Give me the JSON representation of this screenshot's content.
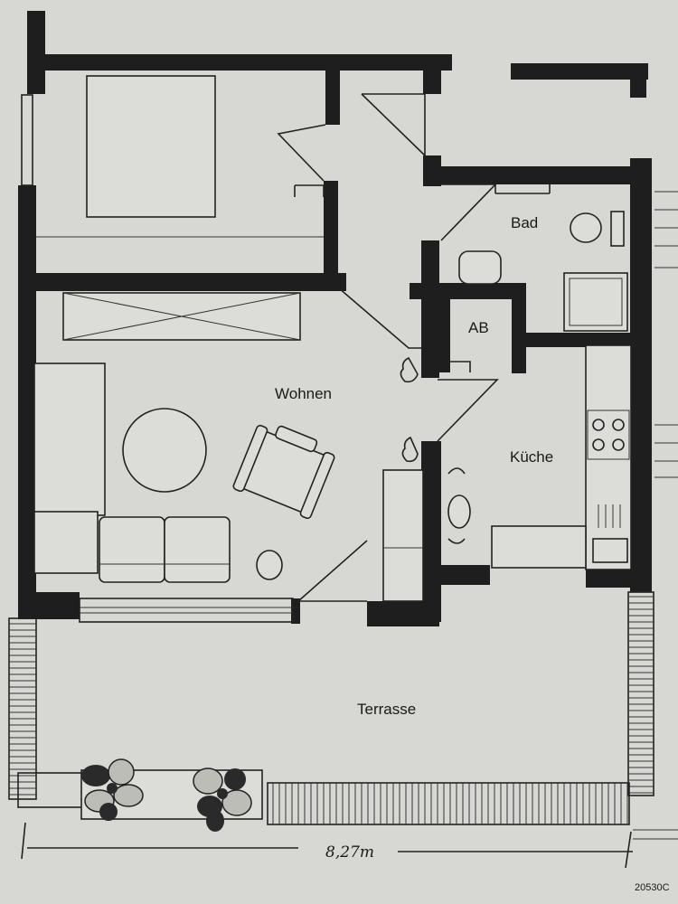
{
  "rooms": {
    "bad": "Bad",
    "ab": "AB",
    "wohnen": "Wohnen",
    "kueche": "Küche",
    "terrasse": "Terrasse"
  },
  "dimension": "8,27m",
  "reference": "20530C",
  "colors": {
    "paper": "#d6d6d2",
    "wall": "#1e1e1e",
    "line": "#222222"
  }
}
